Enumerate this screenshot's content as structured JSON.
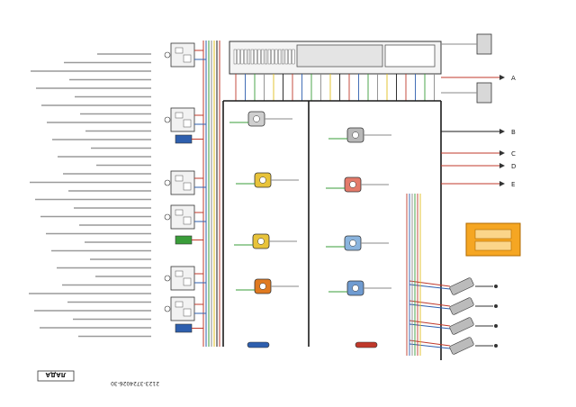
{
  "brand_badge": "ЛАДА",
  "diagram_code": "2123-3724026-30",
  "website": "",
  "connector_letters": [
    "A",
    "B",
    "C",
    "D",
    "E"
  ],
  "colors": {
    "bus_black": "#1a1a1a",
    "wire_red": "#c0392b",
    "wire_blue": "#2e5fae",
    "wire_green": "#3a9d3a",
    "wire_yellow": "#e0c020",
    "wire_gray": "#8a8a8a",
    "ignition_orange": "#e07a20",
    "module_orange": "#f5a623",
    "sensor_yellow": "#e8c33a",
    "relay_fill": "#f2f2f2"
  },
  "icons": [
    "ecu-connector-icon",
    "relay-icon",
    "fuse-icon",
    "sensor-icon",
    "injector-icon",
    "ignition-coil-icon",
    "ground-icon"
  ]
}
